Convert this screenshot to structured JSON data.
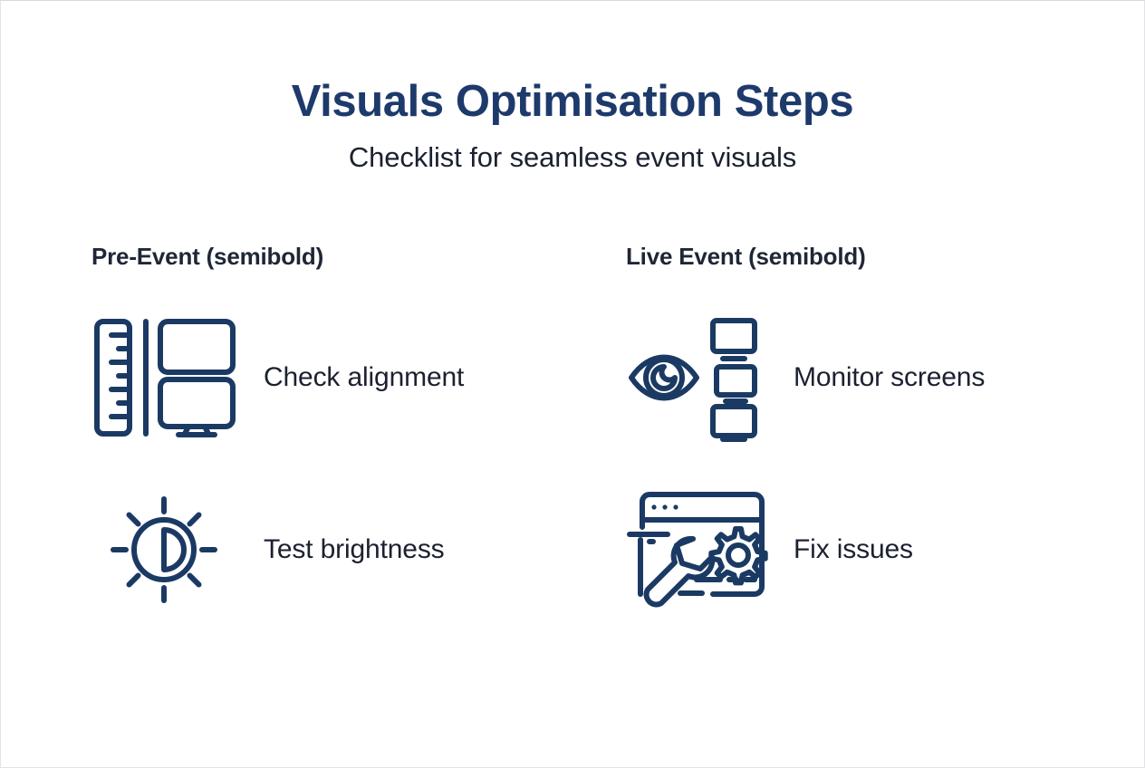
{
  "header": {
    "title": "Visuals Optimisation Steps",
    "subtitle": "Checklist for seamless event visuals"
  },
  "theme": {
    "background": "#ffffff",
    "title_color": "#1d3a6b",
    "text_color": "#1b2130",
    "icon_stroke": "#1b3a63",
    "border_color": "#e2e2e8"
  },
  "columns": [
    {
      "heading": "Pre-Event (semibold)",
      "items": [
        {
          "label": "Check alignment",
          "icon": "ruler-screens-alignment-icon"
        },
        {
          "label": "Test brightness",
          "icon": "sun-brightness-icon"
        }
      ]
    },
    {
      "heading": "Live Event (semibold)",
      "items": [
        {
          "label": "Monitor screens",
          "icon": "eye-monitors-icon"
        },
        {
          "label": "Fix issues",
          "icon": "browser-wrench-gear-icon"
        }
      ]
    }
  ]
}
